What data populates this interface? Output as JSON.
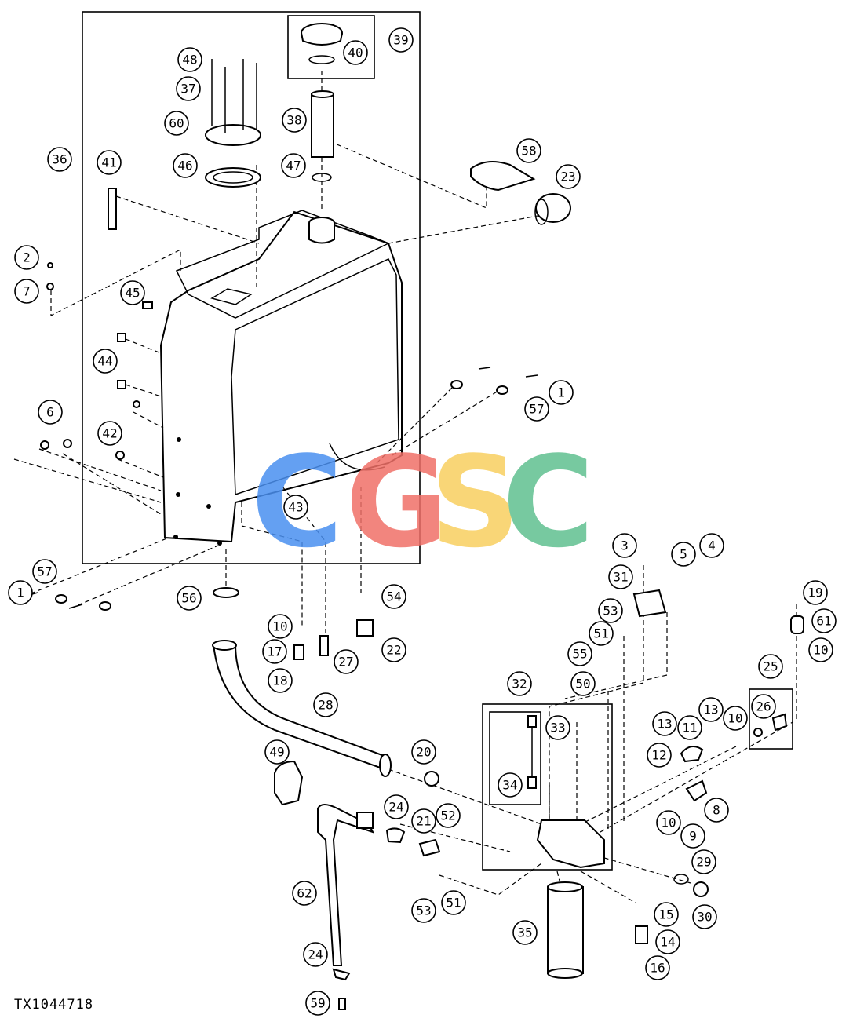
{
  "figure_id": "TX1044718",
  "watermark": {
    "letters": [
      "C",
      "G",
      "S",
      "C"
    ],
    "colors": [
      "#4a90f0",
      "#f07068",
      "#f8d060",
      "#60c090"
    ]
  },
  "callouts": [
    "1",
    "2",
    "3",
    "4",
    "5",
    "6",
    "7",
    "8",
    "9",
    "10",
    "11",
    "12",
    "13",
    "14",
    "15",
    "16",
    "17",
    "18",
    "19",
    "20",
    "21",
    "22",
    "23",
    "24",
    "25",
    "26",
    "27",
    "28",
    "29",
    "30",
    "31",
    "32",
    "33",
    "34",
    "35",
    "36",
    "37",
    "38",
    "39",
    "40",
    "41",
    "42",
    "43",
    "44",
    "45",
    "46",
    "47",
    "48",
    "49",
    "50",
    "51",
    "52",
    "53",
    "54",
    "55",
    "56",
    "57",
    "58",
    "59",
    "60",
    "61",
    "62"
  ]
}
